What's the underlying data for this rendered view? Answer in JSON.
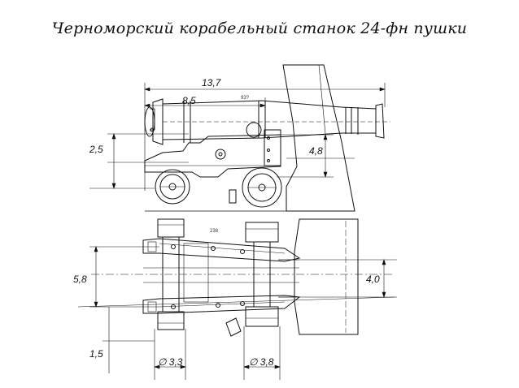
{
  "title": "Черноморский корабельный станок 24-фн пушки",
  "side_view": {
    "dims": {
      "total_length": "13,7",
      "breech_length": "8,5",
      "left_height": "2,5",
      "right_height": "4,8"
    },
    "small_label": "93?"
  },
  "plan_view": {
    "dims": {
      "carriage_width": "5,8",
      "port_width": "4,0",
      "offset": "1,5",
      "front_wheel": "∅ 3,3",
      "rear_wheel": "∅ 3,8"
    },
    "small_label": "238"
  },
  "colors": {
    "ink": "#111111",
    "paper": "#ffffff"
  }
}
